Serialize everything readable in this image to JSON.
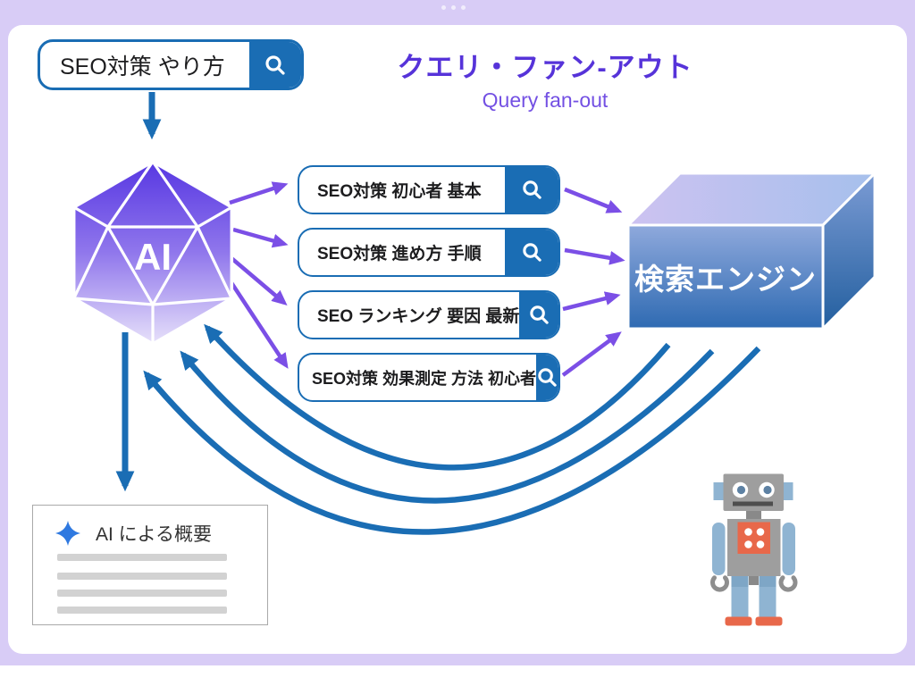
{
  "header": {
    "title": "クエリ・ファン-アウト",
    "subtitle": "Query fan-out"
  },
  "main_query": {
    "value": "SEO対策 やり方"
  },
  "ai_node": {
    "label": "AI"
  },
  "fanout_queries": [
    {
      "value": "SEO対策 初心者 基本"
    },
    {
      "value": "SEO対策 進め方 手順"
    },
    {
      "value": "SEO ランキング 要因 最新"
    },
    {
      "value": "SEO対策 効果測定 方法 初心者"
    }
  ],
  "search_engine": {
    "label": "検索エンジン"
  },
  "ai_overview": {
    "title": "AI による概要",
    "placeholder_line_count": 4
  },
  "icons": {
    "search": "magnifying-glass",
    "sparkle": "four-point-star",
    "robot": "robot-mascot"
  },
  "colors": {
    "frame": "#d8ccf6",
    "card": "#ffffff",
    "blue": "#1a6db4",
    "purple_arrow": "#7b4fe6",
    "title": "#5633d9",
    "subtitle": "#7350e3",
    "ai_gradient_top": "#5737e2",
    "ai_gradient_bottom": "#e7e1fa",
    "engine_front_top": "#8fa9dc",
    "engine_front_bottom": "#2e6ab2",
    "sparkle": "#2f79e0",
    "overview_bar": "#d2d2d2"
  }
}
